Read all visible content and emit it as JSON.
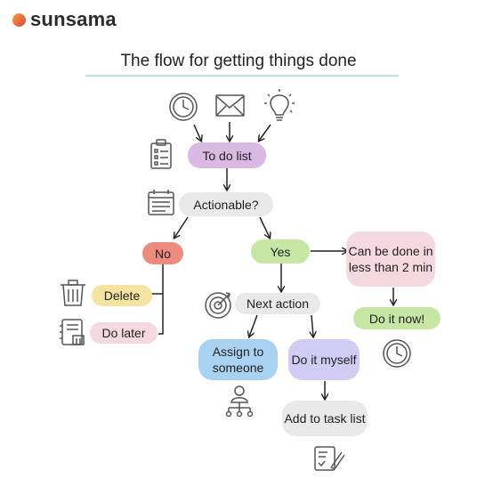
{
  "brand": {
    "name": "sunsama"
  },
  "title": "The flow for getting things done",
  "nodes": {
    "todo": "To do list",
    "actionable": "Actionable?",
    "no": "No",
    "yes": "Yes",
    "delete": "Delete",
    "do_later": "Do later",
    "next_action": "Next action",
    "two_min": "Can be done in less than 2 min",
    "do_it_now": "Do it now!",
    "assign": "Assign to someone",
    "do_myself": "Do it myself",
    "add_task": "Add to task list"
  },
  "colors": {
    "purple": "#d9b8e2",
    "gray": "#e9e9ea",
    "red": "#ee8b7f",
    "green": "#c6e6a4",
    "yellow": "#f7e3a1",
    "pink": "#f6d8e0",
    "blue": "#a9d1f1",
    "lavender": "#d0ccf4",
    "brand": "#e8683f"
  },
  "icons": [
    "clock-icon",
    "envelope-icon",
    "lightbulb-icon",
    "clipboard-icon",
    "calendar-icon",
    "trash-icon",
    "notebook-icon",
    "target-icon",
    "clock-icon",
    "people-hierarchy-icon",
    "checklist-pen-icon"
  ]
}
